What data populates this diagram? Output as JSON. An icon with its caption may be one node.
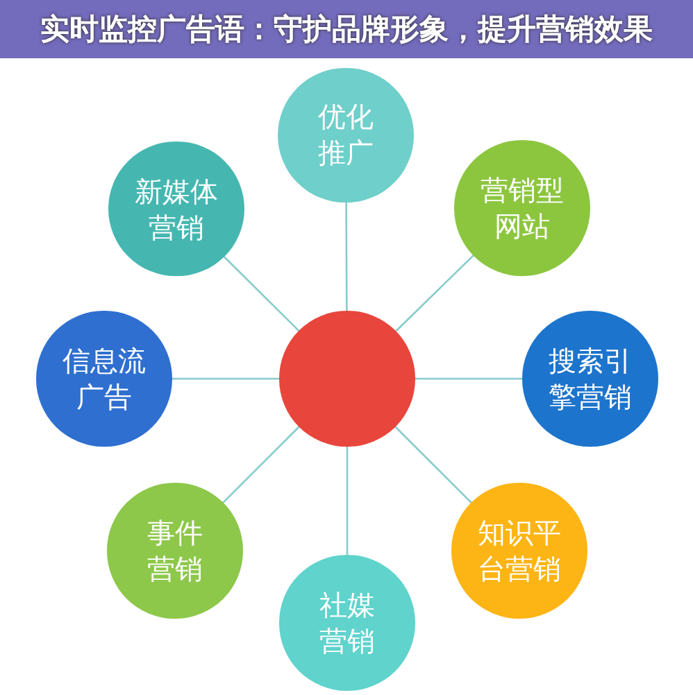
{
  "diagram": {
    "title": "实时监控广告语：守护品牌形象，提升营销效果",
    "nodes": [
      {
        "text": [
          "优化推广"
        ]
      },
      {
        "text": [
          "新媒体营销"
        ]
      },
      {
        "text": [
          "营销型网站"
        ]
      },
      {
        "text": [
          "信息流广告"
        ]
      },
      {
        "text": [],
        "shape": "circle"
      },
      {
        "text": [
          "搜索引擎营销"
        ]
      },
      {
        "text": [
          "事件营销"
        ]
      },
      {
        "text": [
          "知识平台营销"
        ]
      },
      {
        "text": [
          "社媒营销"
        ]
      }
    ],
    "edges": [
      {
        "from": 4,
        "to": 0,
        "arrow": "none"
      },
      {
        "from": 4,
        "to": 1,
        "arrow": "none"
      },
      {
        "from": 4,
        "to": 2,
        "arrow": "none"
      },
      {
        "from": 4,
        "to": 3,
        "arrow": "none"
      },
      {
        "from": 4,
        "to": 5,
        "arrow": "none"
      },
      {
        "from": 4,
        "to": 6,
        "arrow": "none"
      },
      {
        "from": 4,
        "to": 7,
        "arrow": "none"
      },
      {
        "from": 4,
        "to": 8,
        "arrow": "none"
      }
    ]
  }
}
